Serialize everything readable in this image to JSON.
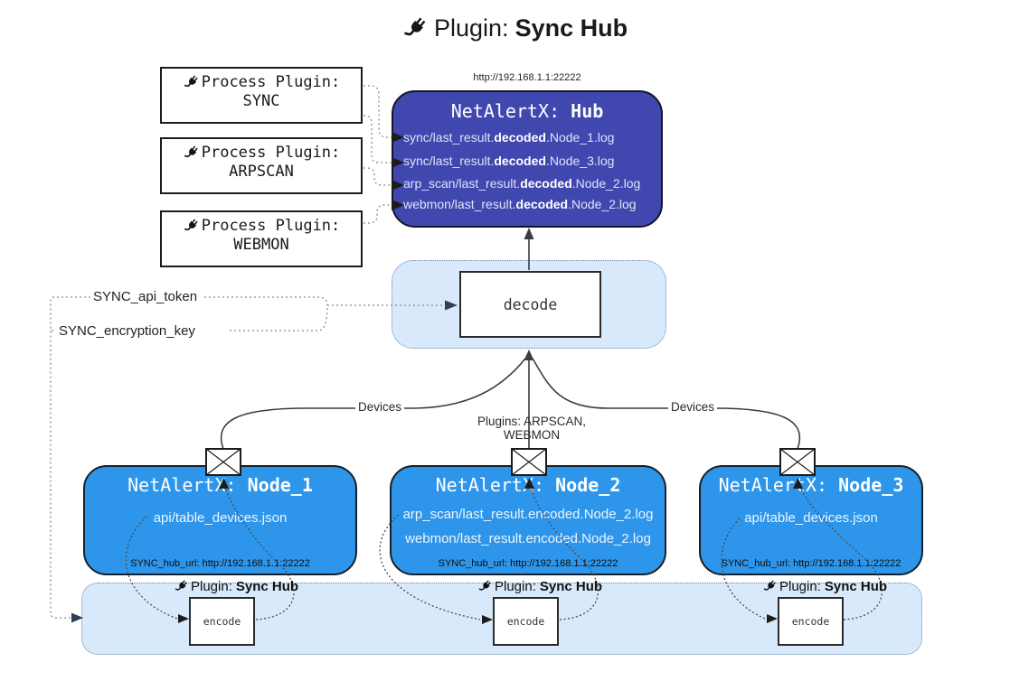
{
  "title": {
    "icon": "power-plug-icon",
    "prefix": "Plugin:",
    "name": "Sync Hub"
  },
  "hub": {
    "url_label": "http://192.168.1.1:22222",
    "title_prefix": "NetAlertX:",
    "title_name": "Hub",
    "log_lines": [
      {
        "pre": "sync/last_result.",
        "bold": "decoded",
        "post": ".Node_1.log"
      },
      {
        "pre": "sync/last_result.",
        "bold": "decoded",
        "post": ".Node_3.log"
      },
      {
        "pre": "arp_scan/last_result.",
        "bold": "decoded",
        "post": ".Node_2.log"
      },
      {
        "pre": "webmon/last_result.",
        "bold": "decoded",
        "post": ".Node_2.log"
      }
    ]
  },
  "process_plugins": [
    {
      "label": "Process Plugin:",
      "name": "SYNC"
    },
    {
      "label": "Process Plugin:",
      "name": "ARPSCAN"
    },
    {
      "label": "Process Plugin:",
      "name": "WEBMON"
    }
  ],
  "decode": {
    "label": "decode"
  },
  "keys": {
    "api_token": "SYNC_api_token",
    "encryption_key": "SYNC_encryption_key"
  },
  "edge_labels": {
    "devices_left": "Devices",
    "devices_right": "Devices",
    "plugins": "Plugins: ARPSCAN, WEBMON"
  },
  "nodes": [
    {
      "title_prefix": "NetAlertX:",
      "title_name": "Node_1",
      "lines": [
        "api/table_devices.json"
      ],
      "hub_url": "SYNC_hub_url: http://192.168.1.1:22222"
    },
    {
      "title_prefix": "NetAlertX:",
      "title_name": "Node_2",
      "lines": [
        "arp_scan/last_result.encoded.Node_2.log",
        "webmon/last_result.encoded.Node_2.log"
      ],
      "hub_url": "SYNC_hub_url: http://192.168.1.1:22222"
    },
    {
      "title_prefix": "NetAlertX:",
      "title_name": "Node_3",
      "lines": [
        "api/table_devices.json"
      ],
      "hub_url": "SYNC_hub_url: http://192.168.1.1:22222"
    }
  ],
  "encode_bar": {
    "items": [
      {
        "icon": "power-plug-icon",
        "prefix": "Plugin:",
        "name": "Sync Hub",
        "box_label": "encode"
      },
      {
        "icon": "power-plug-icon",
        "prefix": "Plugin:",
        "name": "Sync Hub",
        "box_label": "encode"
      },
      {
        "icon": "power-plug-icon",
        "prefix": "Plugin:",
        "name": "Sync Hub",
        "box_label": "encode"
      }
    ]
  },
  "icons": {
    "plug": "power-plug-icon",
    "envelope": "envelope-message-icon"
  },
  "colors": {
    "hub_fill": "#4048B0",
    "node_fill": "#2E96EA",
    "container_fill": "#D8E9FB",
    "container_border": "#6D87A8",
    "box_border": "#1C1C1C",
    "edge_line": "#3C3C3C",
    "dotted_gray": "#8A8A8A",
    "arrow_slate": "#2E3F58"
  }
}
